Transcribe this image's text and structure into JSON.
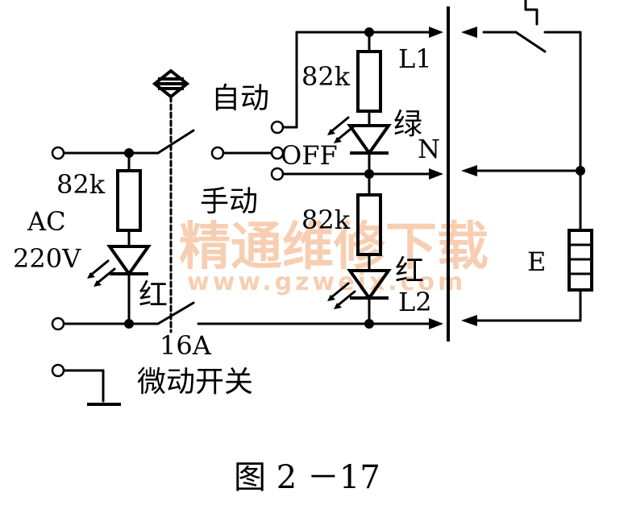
{
  "labels": {
    "auto": "自动",
    "off": "OFF",
    "manual": "手动",
    "ac": "AC",
    "voltage": "220V",
    "r_left": "82k",
    "r_top": "82k",
    "r_mid": "82k",
    "red_left": "红",
    "red_right": "红",
    "green": "绿",
    "l1": "L1",
    "n": "N",
    "l2": "L2",
    "e": "E",
    "current": "16A",
    "micro_switch": "微动开关"
  },
  "watermark": {
    "cn": "精通维修下载",
    "url": "www.gzweix.com"
  },
  "caption": "图 2 －17"
}
